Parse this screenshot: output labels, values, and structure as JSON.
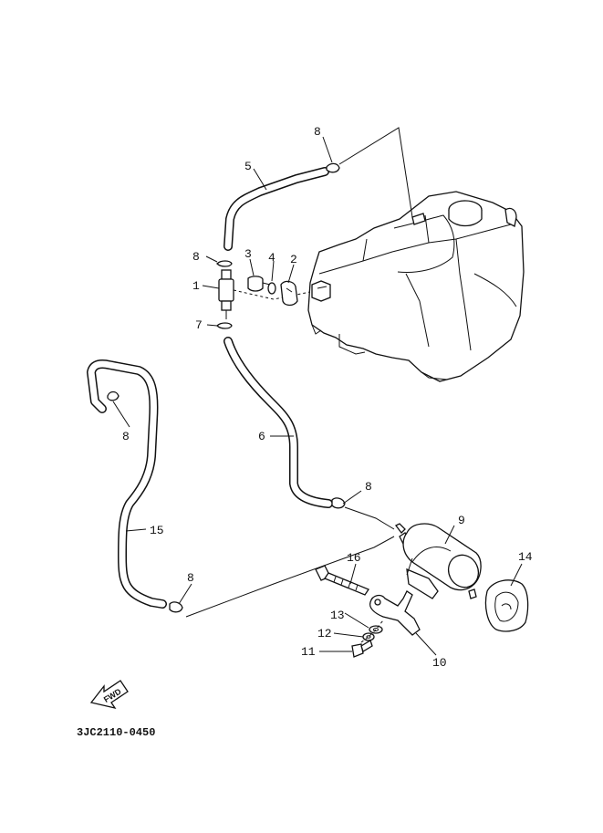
{
  "diagram": {
    "labels": {
      "p1": "1",
      "p2": "2",
      "p3": "3",
      "p4": "4",
      "p5": "5",
      "p6": "6",
      "p7": "7",
      "p8a": "8",
      "p8b": "8",
      "p8c": "8",
      "p8d": "8",
      "p8e": "8",
      "p9": "9",
      "p10": "10",
      "p11": "11",
      "p12": "12",
      "p13": "13",
      "p14": "14",
      "p15": "15",
      "p16": "16"
    },
    "fwd_badge": "FWD",
    "drawing_code": "3JC2110-0450"
  }
}
